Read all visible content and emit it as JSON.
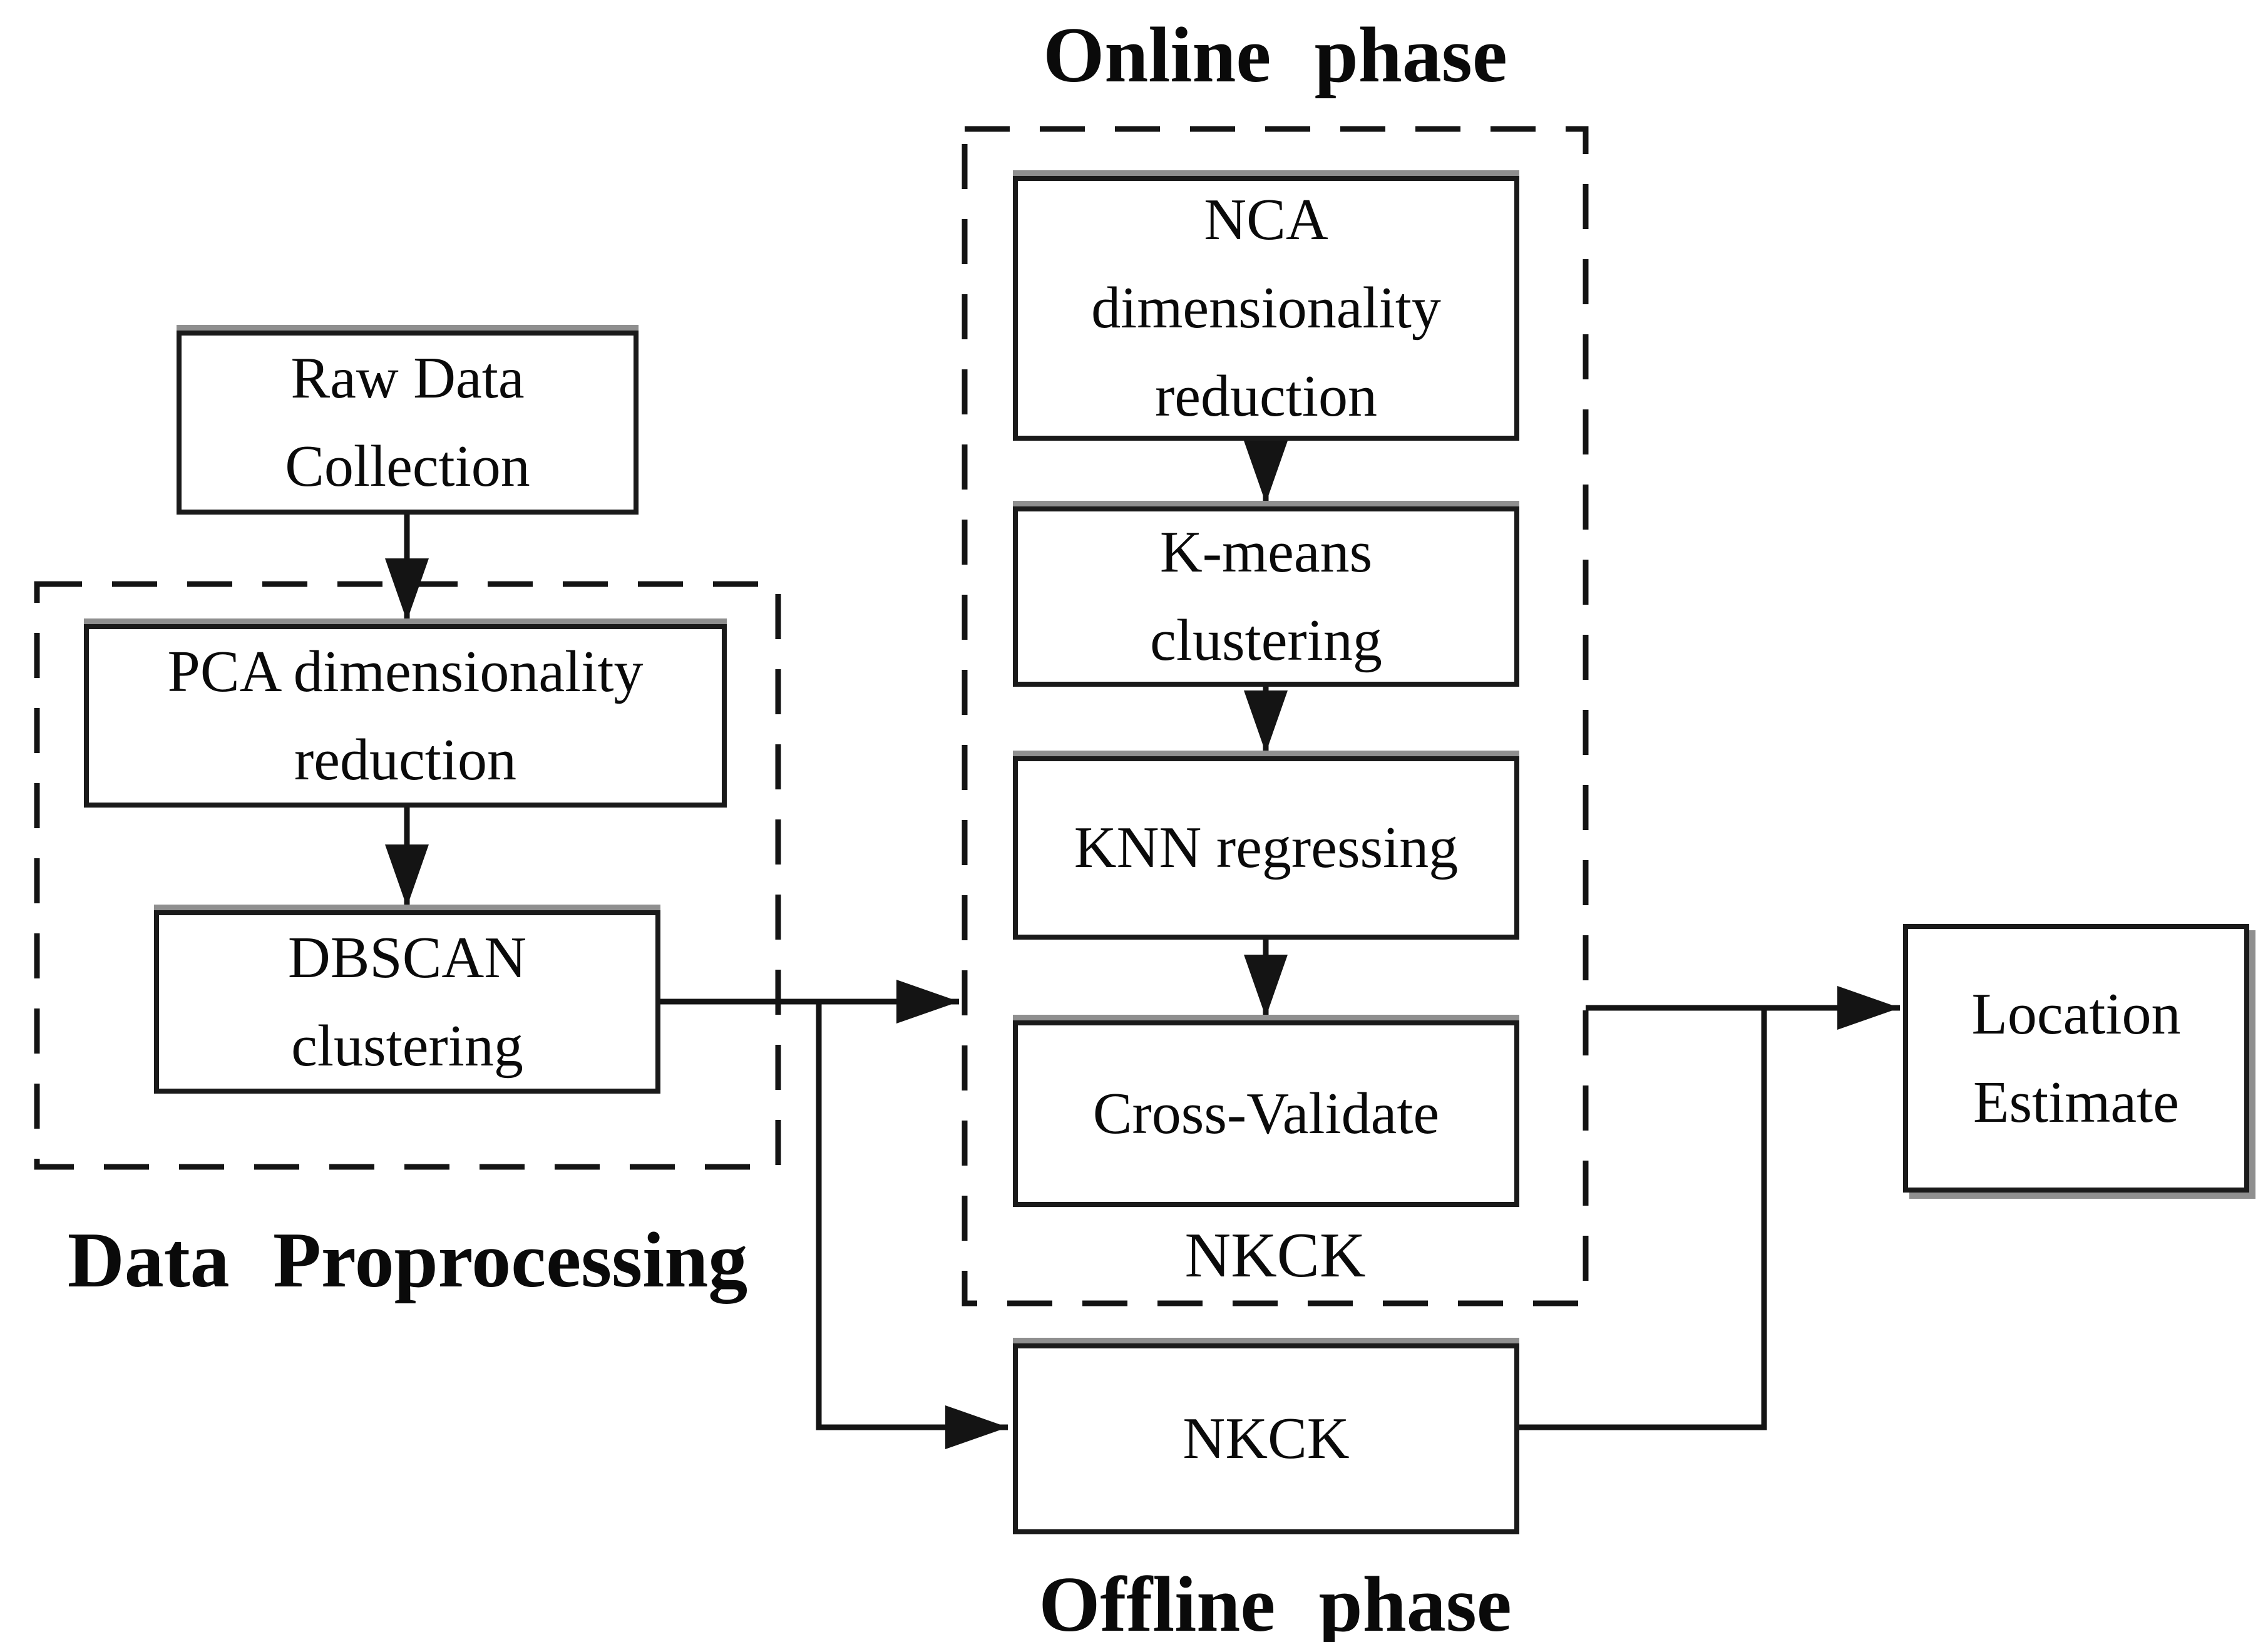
{
  "labels": {
    "online_phase": "Online phase",
    "offline_phase": "Offline phase",
    "data_preprocessing": "Data Proprocessing",
    "nkck_group": "NKCK"
  },
  "nodes": {
    "raw_data": {
      "lines": [
        "Raw Data",
        "Collection"
      ]
    },
    "pca": {
      "lines": [
        "PCA dimensionality",
        "reduction"
      ]
    },
    "dbscan": {
      "lines": [
        "DBSCAN",
        "clustering"
      ]
    },
    "nca": {
      "lines": [
        "NCA",
        "dimensionality",
        "reduction"
      ]
    },
    "kmeans": {
      "lines": [
        "K-means",
        "clustering"
      ]
    },
    "knn": {
      "lines": [
        "KNN regressing"
      ]
    },
    "cross_validate": {
      "lines": [
        "Cross-Validate"
      ]
    },
    "nkck": {
      "lines": [
        "NKCK"
      ]
    },
    "location": {
      "lines": [
        "Location",
        "Estimate"
      ]
    }
  },
  "edges": [
    {
      "from": "raw_data",
      "to": "pca"
    },
    {
      "from": "pca",
      "to": "dbscan"
    },
    {
      "from": "dbscan",
      "to": "online_phase_group"
    },
    {
      "from": "dbscan",
      "to": "nkck"
    },
    {
      "from": "nca",
      "to": "kmeans"
    },
    {
      "from": "kmeans",
      "to": "knn"
    },
    {
      "from": "knn",
      "to": "cross_validate"
    },
    {
      "from": "online_phase_group",
      "to": "location"
    },
    {
      "from": "nkck",
      "to": "location"
    }
  ],
  "colors": {
    "ink": "#0a0a0a",
    "line": "#141414",
    "box_border": "#1a1a1a",
    "box_shadow_gray": "#8f8f8f",
    "background": "#ffffff"
  }
}
